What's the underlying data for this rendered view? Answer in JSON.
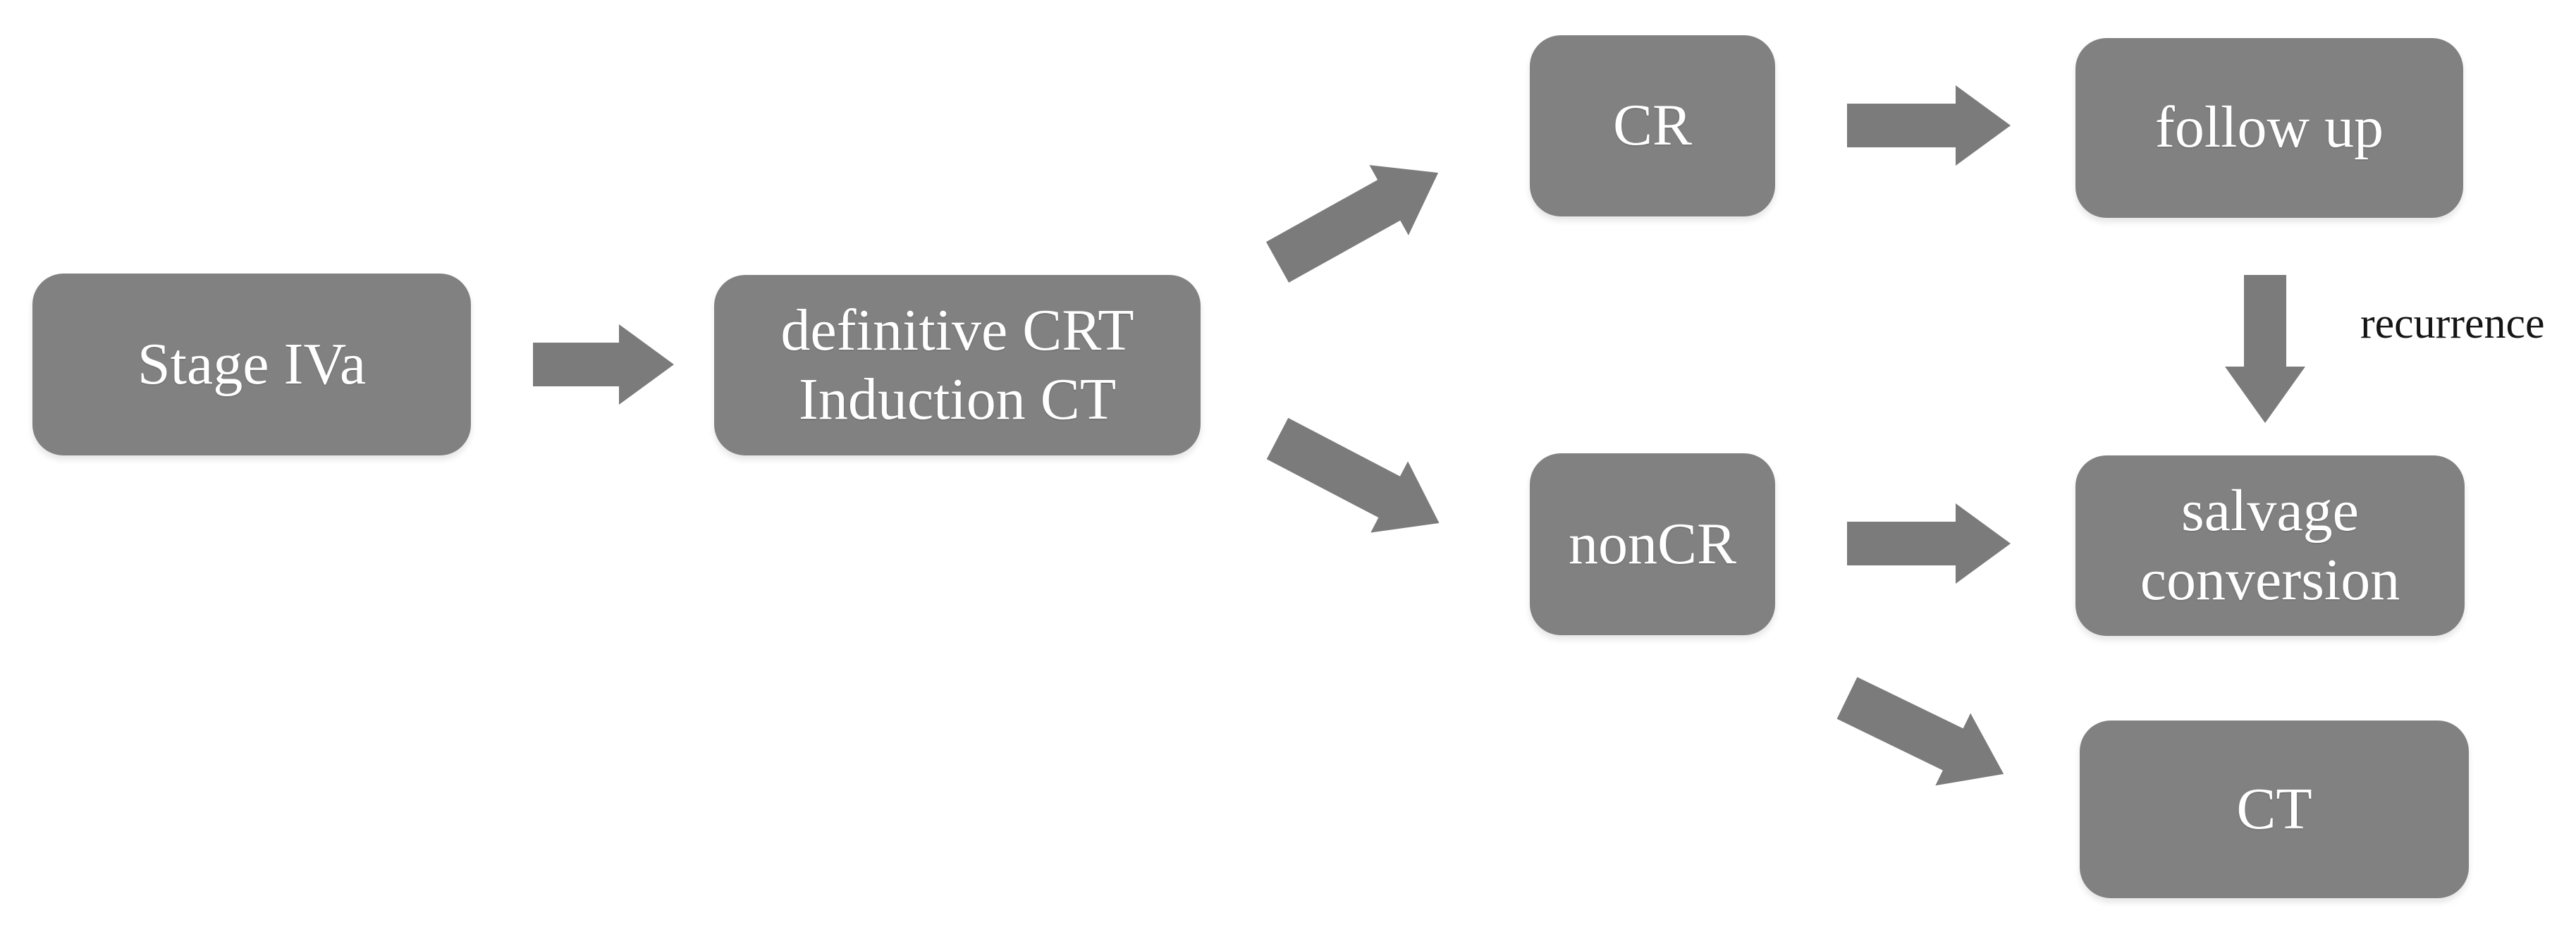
{
  "diagram": {
    "type": "flowchart",
    "colors": {
      "node_fill": "#818181",
      "arrow_fill": "#7b7b7b",
      "node_text": "#ffffff",
      "annotation_text": "#151515",
      "background": "#ffffff"
    },
    "nodes": [
      {
        "id": "stage-iva",
        "label": "Stage IVa"
      },
      {
        "id": "definitive-crt",
        "label": "definitive CRT\nInduction CT"
      },
      {
        "id": "cr",
        "label": "CR"
      },
      {
        "id": "follow-up",
        "label": "follow up"
      },
      {
        "id": "noncr",
        "label": "nonCR"
      },
      {
        "id": "salvage-conversion",
        "label": "salvage\nconversion"
      },
      {
        "id": "ct",
        "label": "CT"
      }
    ],
    "edges": [
      {
        "from": "Stage IVa",
        "to": "definitive CRT / Induction CT",
        "label": ""
      },
      {
        "from": "definitive CRT / Induction CT",
        "to": "CR",
        "label": ""
      },
      {
        "from": "definitive CRT / Induction CT",
        "to": "nonCR",
        "label": ""
      },
      {
        "from": "CR",
        "to": "follow up",
        "label": ""
      },
      {
        "from": "follow up",
        "to": "salvage conversion",
        "label": "recurrence"
      },
      {
        "from": "nonCR",
        "to": "salvage conversion",
        "label": ""
      },
      {
        "from": "nonCR",
        "to": "CT",
        "label": ""
      }
    ]
  }
}
